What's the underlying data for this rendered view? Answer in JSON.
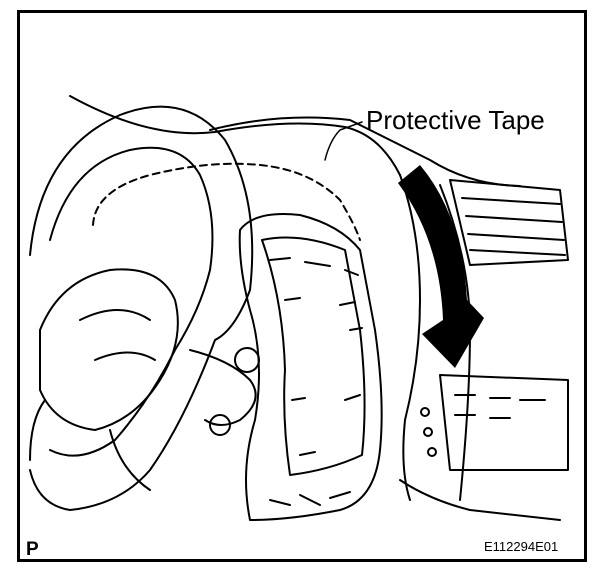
{
  "figure": {
    "callout_label": "Protective Tape",
    "corner_mark": "P",
    "figure_id": "E112294E01"
  },
  "colors": {
    "line": "#000000",
    "background": "#ffffff",
    "arrow": "#000000"
  },
  "icons": {
    "removal_direction": "down-arrow-icon"
  }
}
